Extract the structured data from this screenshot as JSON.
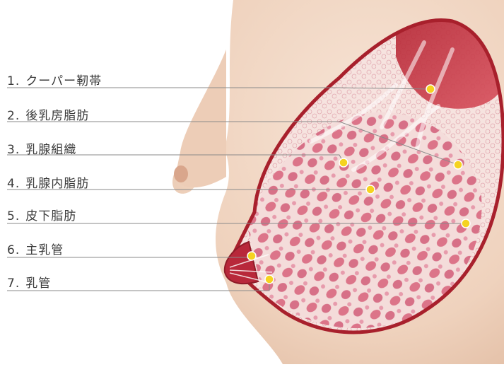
{
  "labels": [
    {
      "num": "1.",
      "text": "クーパー靭帯"
    },
    {
      "num": "2.",
      "text": "後乳房脂肪"
    },
    {
      "num": "3.",
      "text": "乳腺組織"
    },
    {
      "num": "4.",
      "text": "乳腺内脂肪"
    },
    {
      "num": "5.",
      "text": "皮下脂肪"
    },
    {
      "num": "6.",
      "text": "主乳管"
    },
    {
      "num": "7.",
      "text": "乳管"
    }
  ],
  "colors": {
    "skin": "#f2d9c6",
    "skin_shadow": "#e3bfa6",
    "muscle": "#c8303c",
    "tissue": "#f3d6d4",
    "gland": "#d9607a",
    "leader": "#8a8a8a",
    "marker": "#f5d320",
    "marker_ring": "#ffffff"
  },
  "icons": [
    "marker-dot"
  ]
}
